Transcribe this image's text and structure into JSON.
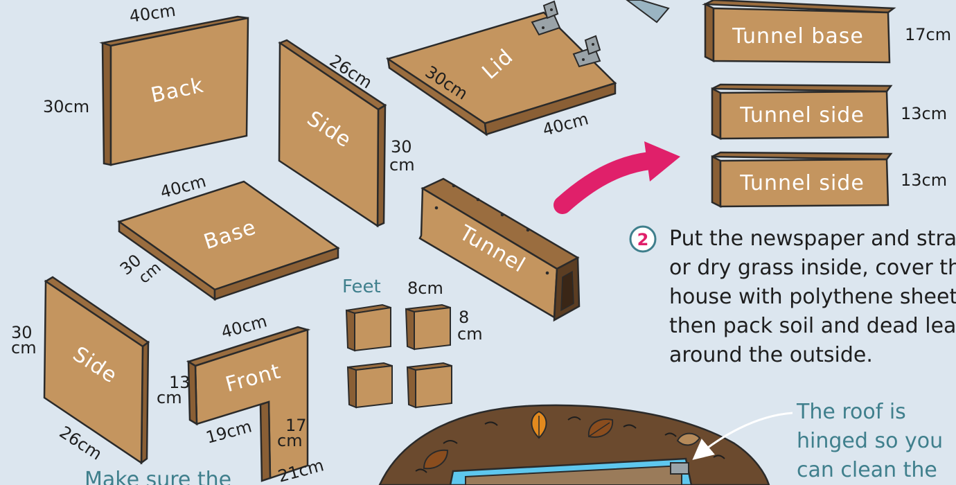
{
  "pieces": {
    "back": {
      "label": "Back",
      "width": "40cm",
      "height": "30cm"
    },
    "side_top": {
      "label": "Side",
      "depth": "26cm",
      "height_line1": "30",
      "height_line2": "cm"
    },
    "lid": {
      "label": "Lid",
      "depth": "30cm",
      "width": "40cm"
    },
    "base": {
      "label": "Base",
      "width": "40cm",
      "depth_line1": "30",
      "depth_line2": "cm"
    },
    "tunnel": {
      "label": "Tunnel"
    },
    "side_bottom": {
      "label": "Side",
      "height_line1": "30",
      "height_line2": "cm",
      "depth": "26cm"
    },
    "front": {
      "label": "Front",
      "width": "40cm",
      "height_line1": "13",
      "height_line2": "cm",
      "step_width": "19cm",
      "leg_line1": "17",
      "leg_line2": "cm",
      "bottom": "21cm"
    },
    "feet": {
      "label": "Feet",
      "width": "8cm",
      "height_line1": "8",
      "height_line2": "cm"
    }
  },
  "tunnel_parts": [
    {
      "label": "Tunnel base",
      "length": "17cm"
    },
    {
      "label": "Tunnel side",
      "length": "13cm"
    },
    {
      "label": "Tunnel side",
      "length": "13cm"
    }
  ],
  "step2": {
    "number": "2",
    "lines": [
      "Put the newspaper and straw",
      "or dry grass inside, cover the",
      "house with polythene sheeting,",
      "then pack soil and dead leaves",
      "around the outside."
    ]
  },
  "roof_note": {
    "lines": [
      "The roof is",
      "hinged so you",
      "can clean the"
    ]
  },
  "footer_fragment": "Make sure the",
  "colors": {
    "background": "#dce6ef",
    "wood": "#c4955f",
    "wood_edge": "#9a6d3f",
    "arrow": "#e0206a",
    "note_text": "#3f7f8c",
    "soil": "#6b4a2e",
    "water": "#5ec7ee"
  }
}
